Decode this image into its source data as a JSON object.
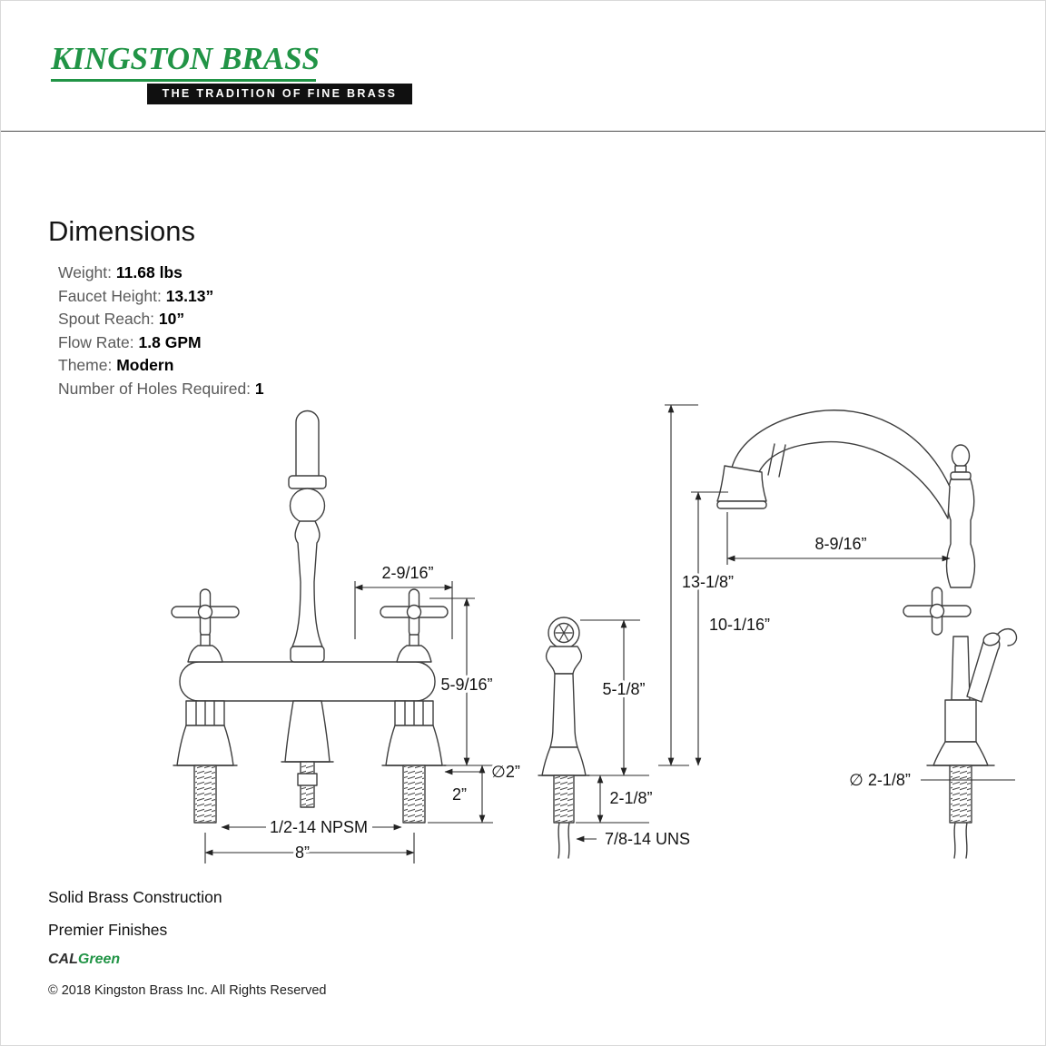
{
  "header": {
    "brand": "KINGSTON BRASS",
    "tagline": "THE TRADITION OF FINE BRASS"
  },
  "section": {
    "title": "Dimensions",
    "specs": [
      {
        "label": "Weight:",
        "value": "11.68 lbs"
      },
      {
        "label": "Faucet Height:",
        "value": "13.13”"
      },
      {
        "label": "Spout Reach:",
        "value": "10”"
      },
      {
        "label": "Flow Rate:",
        "value": "1.8 GPM"
      },
      {
        "label": "Theme:",
        "value": "Modern"
      },
      {
        "label": "Number of Holes Required:",
        "value": "1"
      }
    ]
  },
  "diagram": {
    "front": {
      "spout_offset": "2-9/16”",
      "deck_height": "5-9/16”",
      "shank_length": "2”",
      "hole_diameter": "∅2”",
      "thread": "1/2-14 NPSM",
      "spread": "8”"
    },
    "sprayer": {
      "height": "5-1/8”",
      "shank_length": "2-1/8”",
      "thread": "7/8-14 UNS"
    },
    "side": {
      "total_height": "13-1/8”",
      "spout_height": "10-1/16”",
      "spout_reach": "8-9/16”",
      "hole_diameter": "∅ 2-1/8”"
    }
  },
  "footer": {
    "feature_1": "Solid Brass Construction",
    "feature_2": "Premier Finishes",
    "cert_prefix": "CAL",
    "cert_suffix": "Green",
    "copyright": "© 2018 Kingston Brass Inc. All Rights Reserved"
  },
  "colors": {
    "brand_green": "#219446",
    "tagline_bar": "#101010",
    "line_art": "#3f3f3f"
  }
}
